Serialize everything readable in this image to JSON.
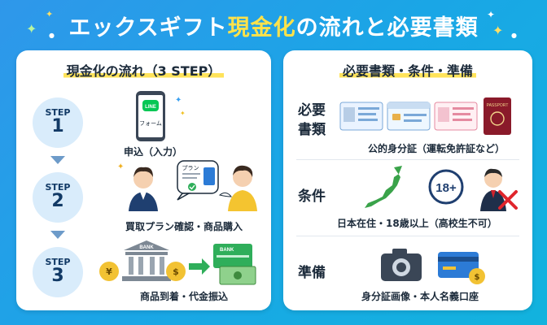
{
  "title": {
    "main": "エックスギフト",
    "highlight": "現金化",
    "suffix": "の流れと必要書類"
  },
  "left_panel": {
    "heading": "現金化の流れ（3 STEP）",
    "steps": [
      {
        "step_label": "STEP",
        "number": "1",
        "caption": "申込（入力）",
        "phone_top": "LINE",
        "phone_bottom": "フォーム"
      },
      {
        "step_label": "STEP",
        "number": "2",
        "caption": "買取プラン確認・商品購入",
        "bubble_text": "プラン"
      },
      {
        "step_label": "STEP",
        "number": "3",
        "caption": "商品到着・代金振込",
        "bank_label": "BANK",
        "bank_card_label": "BANK"
      }
    ]
  },
  "right_panel": {
    "heading": "必要書類・条件・準備",
    "rows": [
      {
        "label_line1": "必要",
        "label_line2": "書類",
        "caption": "公的身分証（運転免許証など）",
        "passport_label": "PASSPORT"
      },
      {
        "label_line1": "条件",
        "caption": "日本在住・18歳以上（高校生不可）",
        "age_badge": "18+"
      },
      {
        "label_line1": "準備",
        "caption": "身分証画像・本人名義口座"
      }
    ]
  },
  "colors": {
    "accent_yellow": "#ffe24a",
    "step_circle": "#d9ecfb",
    "line_green": "#06c755",
    "bank_green": "#2fae5a",
    "bank_gray": "#7d8894"
  }
}
